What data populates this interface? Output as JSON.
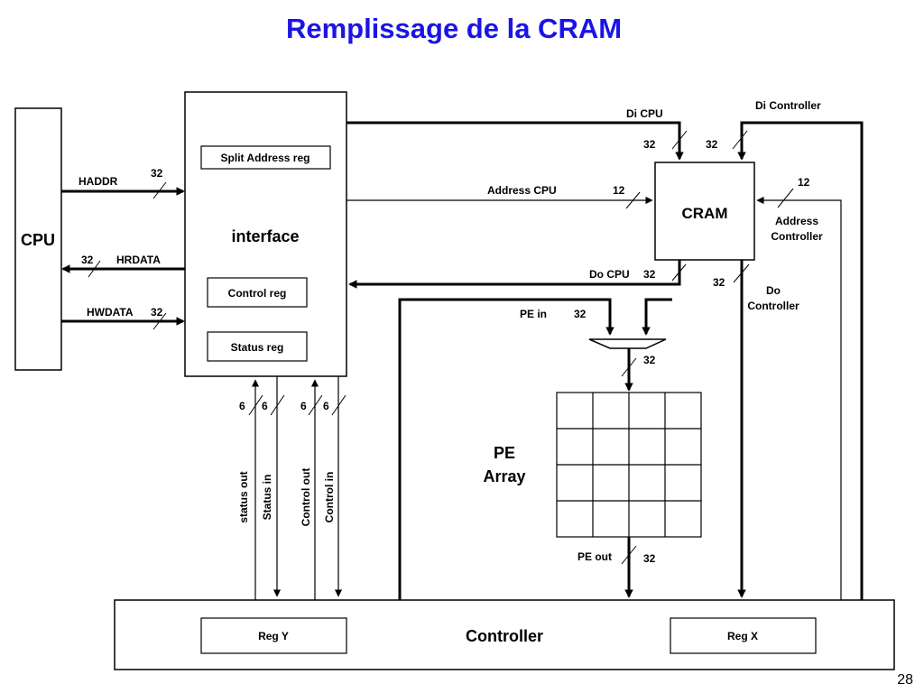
{
  "slide": {
    "title": "Remplissage de la CRAM",
    "page_number": "28",
    "title_color": "#1a14e6"
  },
  "blocks": {
    "cpu": "CPU",
    "interface": "interface",
    "split_address_reg": "Split Address reg",
    "control_reg": "Control reg",
    "status_reg": "Status reg",
    "cram": "CRAM",
    "pe_array_line1": "PE",
    "pe_array_line2": "Array",
    "controller": "Controller",
    "reg_y": "Reg Y",
    "reg_x": "Reg X"
  },
  "signals": {
    "haddr": "HADDR",
    "haddr_width": "32",
    "hrdata": "HRDATA",
    "hrdata_width": "32",
    "hwdata": "HWDATA",
    "hwdata_width": "32",
    "di_cpu": "Di CPU",
    "di_cpu_width": "32",
    "di_controller": "Di Controller",
    "di_controller_width": "32",
    "address_cpu": "Address CPU",
    "address_cpu_width": "12",
    "address_controller_line1": "Address",
    "address_controller_line2": "Controller",
    "address_controller_width": "12",
    "do_cpu": "Do CPU",
    "do_cpu_width": "32",
    "do_controller_line1": "Do",
    "do_controller_line2": "Controller",
    "do_controller_width": "32",
    "pe_in": "PE in",
    "pe_in_width": "32",
    "mux_out_width": "32",
    "pe_out": "PE out",
    "pe_out_width": "32",
    "status_out": "status out",
    "status_out_width": "6",
    "status_in": "Status in",
    "status_in_width": "6",
    "control_out": "Control out",
    "control_out_width": "6",
    "control_in": "Control in",
    "control_in_width": "6"
  }
}
